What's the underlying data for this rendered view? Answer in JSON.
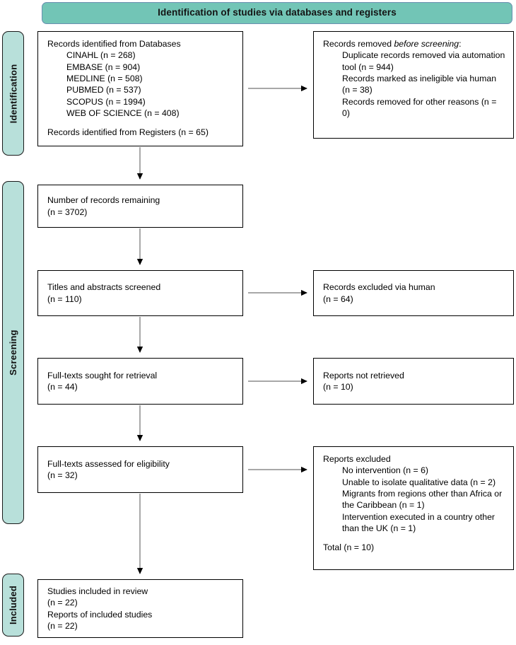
{
  "banner": {
    "title": "Identification of studies via databases and registers"
  },
  "stages": [
    {
      "id": "identification",
      "label": "Identification"
    },
    {
      "id": "screening",
      "label": "Screening"
    },
    {
      "id": "included",
      "label": "Included"
    }
  ],
  "boxes": {
    "identified": {
      "heading": "Records identified from Databases",
      "sources": [
        "CINAHL (n = 268)",
        "EMBASE (n = 904)",
        "MEDLINE (n = 508)",
        "PUBMED (n = 537)",
        "SCOPUS (n = 1994)",
        "WEB OF SCIENCE (n = 408)"
      ],
      "registers": "Records identified from Registers (n = 65)"
    },
    "removed_before": {
      "heading_prefix": "Records removed ",
      "heading_italic": "before screening",
      "heading_suffix": ":",
      "reasons": [
        "Duplicate records removed via automation tool (n = 944)",
        "Records marked as ineligible via human (n = 38)",
        "Records removed for other reasons (n = 0)"
      ]
    },
    "remaining": {
      "label": "Number of records remaining",
      "count": "(n = 3702)"
    },
    "titles_screened": {
      "label": "Titles and abstracts screened",
      "count": "(n = 110)"
    },
    "excluded_human": {
      "label": "Records excluded via human",
      "count": "(n = 64)"
    },
    "fulltext_sought": {
      "label": "Full-texts sought for retrieval",
      "count": "(n = 44)"
    },
    "not_retrieved": {
      "label": "Reports not retrieved",
      "count": "(n = 10)"
    },
    "fulltext_assessed": {
      "label": "Full-texts assessed for eligibility",
      "count": "(n = 32)"
    },
    "reports_excluded": {
      "heading": "Reports excluded",
      "reasons": [
        "No intervention (n = 6)",
        "Unable to isolate qualitative data (n = 2)",
        "Migrants from regions other than Africa or the Caribbean (n = 1)",
        "Intervention executed in a country other than the UK (n = 1)"
      ],
      "total": "Total (n = 10)"
    },
    "included": {
      "studies_label": "Studies included in review",
      "studies_count": "(n = 22)",
      "reports_label": "Reports of included studies",
      "reports_count": "(n = 22)"
    }
  },
  "colors": {
    "banner_fill": "#72c5b6",
    "banner_border": "#6a8fb0",
    "stage_fill": "#b8e0da",
    "stage_border": "#1a1a1a",
    "box_border": "#000000",
    "arrow_line": "#8c8c8c",
    "arrow_head": "#000000",
    "background": "#ffffff"
  },
  "chart_data": {
    "type": "diagram",
    "diagram_kind": "PRISMA 2020 flow diagram",
    "title": "Identification of studies via databases and registers",
    "counts": {
      "cinahl": 268,
      "embase": 904,
      "medline": 508,
      "pubmed": 537,
      "scopus": 1994,
      "web_of_science": 408,
      "registers": 65,
      "duplicates_removed_automation": 944,
      "marked_ineligible_human": 38,
      "removed_other_reasons": 0,
      "records_remaining": 3702,
      "titles_abstracts_screened": 110,
      "records_excluded_human": 64,
      "fulltexts_sought": 44,
      "reports_not_retrieved": 10,
      "fulltexts_assessed": 32,
      "excluded_no_intervention": 6,
      "excluded_unable_isolate_qualitative": 2,
      "excluded_region_other": 1,
      "excluded_country_other": 1,
      "excluded_total": 10,
      "studies_included": 22,
      "reports_included": 22
    }
  }
}
